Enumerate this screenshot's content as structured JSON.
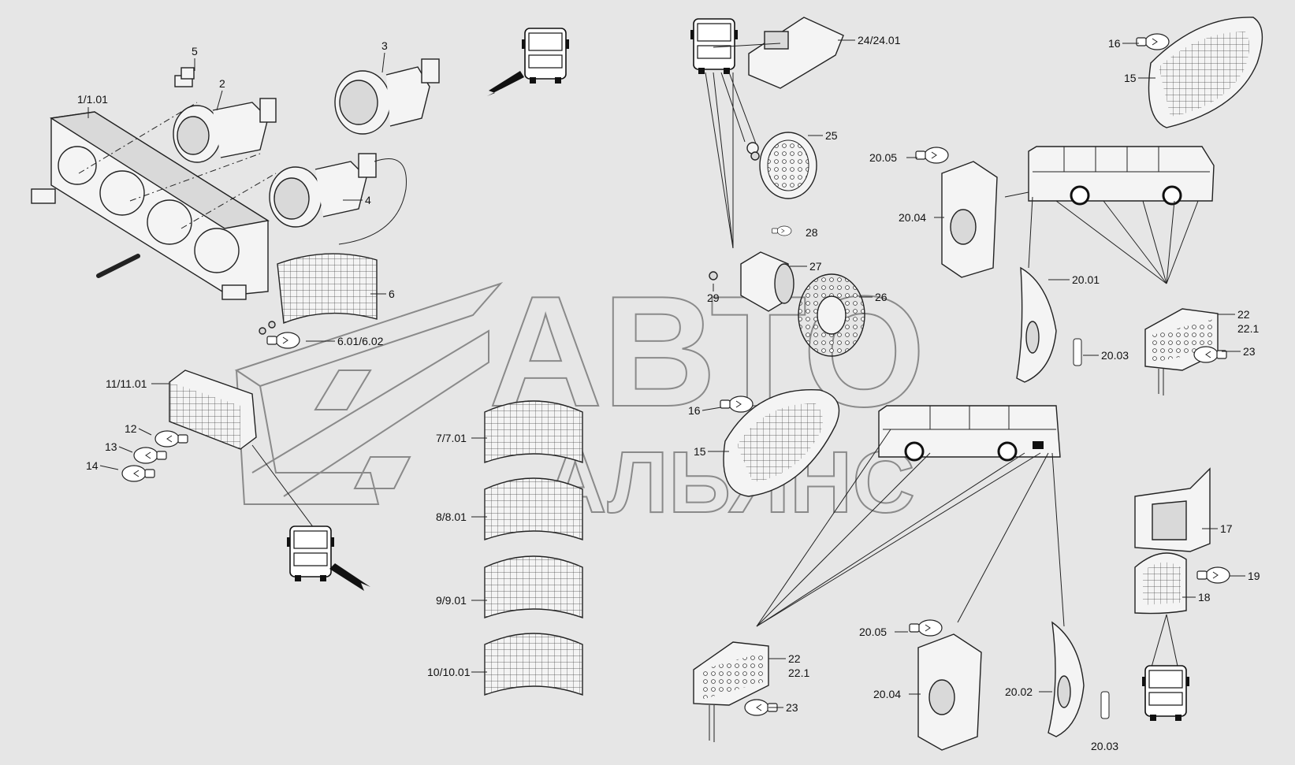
{
  "watermark": {
    "line1": "АВТО",
    "line2": "АЛЬЯНС",
    "colors": {
      "outline": "#8a8a8a",
      "background": "#e6e6e6",
      "ink": "#222222"
    }
  },
  "labels": {
    "p1": "1/1.01",
    "p2": "2",
    "p3": "3",
    "p4": "4",
    "p5": "5",
    "p6": "6",
    "p601": "6.01/6.02",
    "p7": "7/7.01",
    "p8": "8/8.01",
    "p9": "9/9.01",
    "p10": "10/10.01",
    "p11": "11/11.01",
    "p12": "12",
    "p13": "13",
    "p14": "14",
    "p15a": "15",
    "p15b": "15",
    "p16a": "16",
    "p16b": "16",
    "p17": "17",
    "p18": "18",
    "p19": "19",
    "p2001": "20.01",
    "p2002": "20.02",
    "p2003a": "20.03",
    "p2003b": "20.03",
    "p2004a": "20.04",
    "p2004b": "20.04",
    "p2005a": "20.05",
    "p2005b": "20.05",
    "p22a": "22",
    "p221a": "22.1",
    "p22b": "22",
    "p221b": "22.1",
    "p23a": "23",
    "p23b": "23",
    "p24": "24/24.01",
    "p25": "25",
    "p26": "26",
    "p27": "27",
    "p28": "28",
    "p29": "29"
  },
  "icons": [
    "bus-front-icon",
    "bus-side-icon",
    "bus-rear-icon",
    "bulb-icon",
    "lamp-lens-icon",
    "view-arrow-icon"
  ]
}
